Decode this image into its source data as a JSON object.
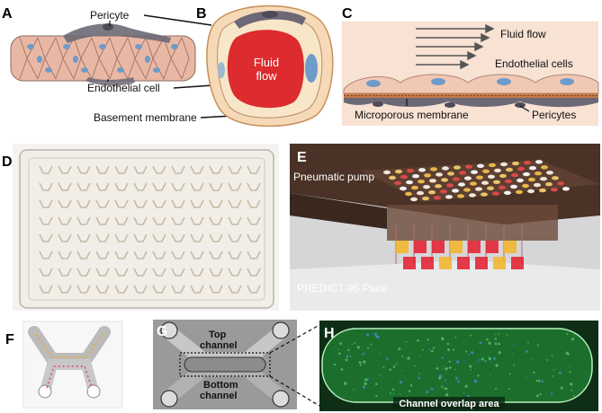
{
  "panels": {
    "A": {
      "letter": "A",
      "labels": {
        "pericyte": "Pericyte",
        "endothelial": "Endothelial cell",
        "basement": "Basement membrane"
      }
    },
    "B": {
      "letter": "B",
      "fluid": "Fluid flow"
    },
    "C": {
      "letter": "C",
      "labels": {
        "fluid": "Fluid flow",
        "endothelial": "Endothelial cells",
        "membrane": "Microporous membrane",
        "pericytes": "Pericytes"
      }
    },
    "D": {
      "letter": "D"
    },
    "E": {
      "letter": "E",
      "labels": {
        "pump": "Pneumatic pump",
        "plate": "PREDICT-96 Plate"
      }
    },
    "F": {
      "letter": "F"
    },
    "G": {
      "letter": "G",
      "labels": {
        "top": "Top channel",
        "bottom": "Bottom channel"
      }
    },
    "H": {
      "letter": "H",
      "labels": {
        "overlap": "Channel overlap area"
      }
    }
  },
  "colors": {
    "tissue": "#f3d2ba",
    "vessel_pink": "#e9b8a4",
    "pericyte_gray": "#6d6875",
    "nucleus_blue": "#6e9bc9",
    "fluid_red": "#dd2b2f",
    "plate_bg": "#f1eee7",
    "pump_brown": "#4a3226",
    "fluor_green": "#1c6e2c"
  }
}
